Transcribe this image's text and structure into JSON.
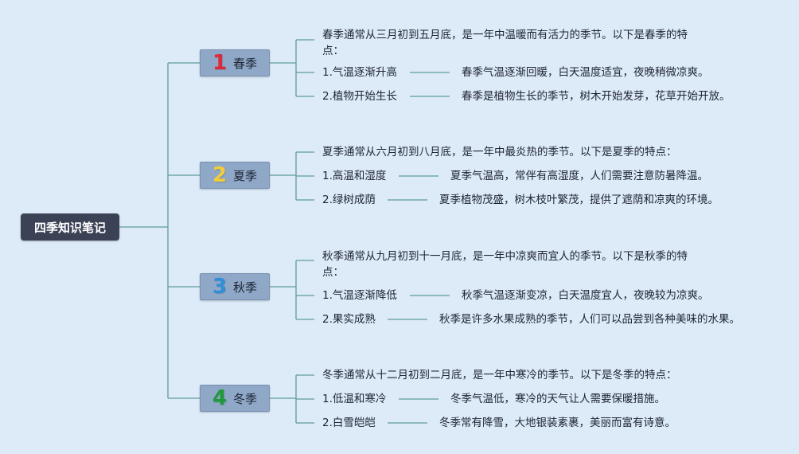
{
  "root": {
    "label": "四季知识笔记"
  },
  "colors": {
    "background": "#ddeaf8",
    "root_bg": "#3b4256",
    "node_bg": "#8fa8c7",
    "line": "#5e9e98"
  },
  "seasons": [
    {
      "num": "1",
      "num_color": "#e0283c",
      "name": "春季",
      "intro": "春季通常从三月初到五月底，是一年中温暖而有活力的季节。以下是春季的特点：",
      "points": [
        {
          "title": "1.气温逐渐升高",
          "desc": "春季气温逐渐回暖，白天温度适宜，夜晚稍微凉爽。"
        },
        {
          "title": "2.植物开始生长",
          "desc": "春季是植物生长的季节，树木开始发芽，花草开始开放。"
        }
      ]
    },
    {
      "num": "2",
      "num_color": "#f2cc3b",
      "name": "夏季",
      "intro": "夏季通常从六月初到八月底，是一年中最炎热的季节。以下是夏季的特点：",
      "points": [
        {
          "title": "1.高温和湿度",
          "desc": "夏季气温高，常伴有高湿度，人们需要注意防暑降温。"
        },
        {
          "title": "2.绿树成荫",
          "desc": "夏季植物茂盛，树木枝叶繁茂，提供了遮荫和凉爽的环境。"
        }
      ]
    },
    {
      "num": "3",
      "num_color": "#2f8fd8",
      "name": "秋季",
      "intro": "秋季通常从九月初到十一月底，是一年中凉爽而宜人的季节。以下是秋季的特点：",
      "points": [
        {
          "title": "1.气温逐渐降低",
          "desc": "秋季气温逐渐变凉，白天温度宜人，夜晚较为凉爽。"
        },
        {
          "title": "2.果实成熟",
          "desc": "秋季是许多水果成熟的季节，人们可以品尝到各种美味的水果。"
        }
      ]
    },
    {
      "num": "4",
      "num_color": "#1e9a3a",
      "name": "冬季",
      "intro": "冬季通常从十二月初到二月底，是一年中寒冷的季节。以下是冬季的特点：",
      "points": [
        {
          "title": "1.低温和寒冷",
          "desc": "冬季气温低，寒冷的天气让人需要保暖措施。"
        },
        {
          "title": "2.白雪皑皑",
          "desc": "冬季常有降雪，大地银装素裹，美丽而富有诗意。"
        }
      ]
    }
  ]
}
